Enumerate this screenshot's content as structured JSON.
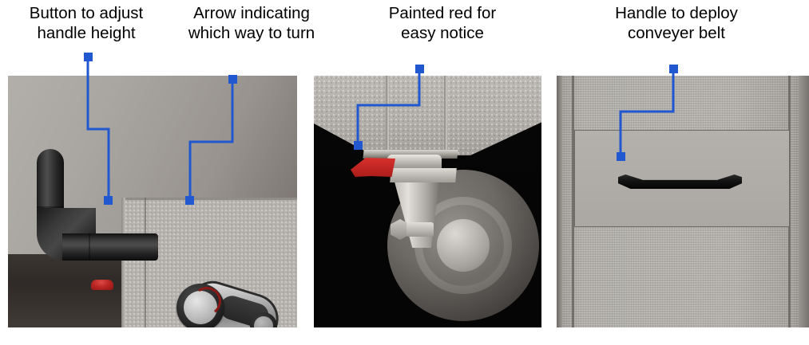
{
  "figure": {
    "type": "annotated-photo-panels",
    "panel_count": 3,
    "accent_color": "#2158d0",
    "background": "#ffffff"
  },
  "captions": [
    {
      "id": "caption-handle-height",
      "text": "Button to adjust\nhandle height"
    },
    {
      "id": "caption-arrow-direction",
      "text": "Arrow indicating\nwhich way to turn"
    },
    {
      "id": "caption-painted-red",
      "text": "Painted red for\neasy notice"
    },
    {
      "id": "caption-conveyer-handle",
      "text": "Handle to deploy\nconveyer belt"
    }
  ],
  "panels": [
    {
      "id": "panel-handle-detail",
      "description": "Close-up render of a black L-shaped tubular push handle with a red adjustment button, next to a light grey speckled cabinet face bearing a chrome lever indicator.",
      "annotations": [
        "caption-handle-height",
        "caption-arrow-direction"
      ]
    },
    {
      "id": "panel-caster-detail",
      "description": "Close-up render of a swivel caster wheel under the cabinet corner with a red brake tab, against a black background.",
      "annotations": [
        "caption-painted-red"
      ]
    },
    {
      "id": "panel-conveyer-detail",
      "description": "Front view of a grey cabinet panel with a rectangular drawer and a black recessed pull handle.",
      "annotations": [
        "caption-conveyer-handle"
      ]
    }
  ],
  "callouts": [
    {
      "id": "callout-handle-height",
      "label": "Button to adjust handle height",
      "marker_start": [
        110,
        70
      ],
      "marker_end": [
        136,
        252
      ]
    },
    {
      "id": "callout-arrow-direction",
      "label": "Arrow indicating which way to turn",
      "marker_start": [
        291,
        98
      ],
      "marker_end": [
        238,
        252
      ]
    },
    {
      "id": "callout-painted-red",
      "label": "Painted red for easy notice",
      "marker_start": [
        525,
        85
      ],
      "marker_end": [
        448,
        183
      ]
    },
    {
      "id": "callout-conveyer-handle",
      "label": "Handle to deploy conveyer belt",
      "marker_start": [
        843,
        85
      ],
      "marker_end": [
        777,
        197
      ]
    }
  ]
}
